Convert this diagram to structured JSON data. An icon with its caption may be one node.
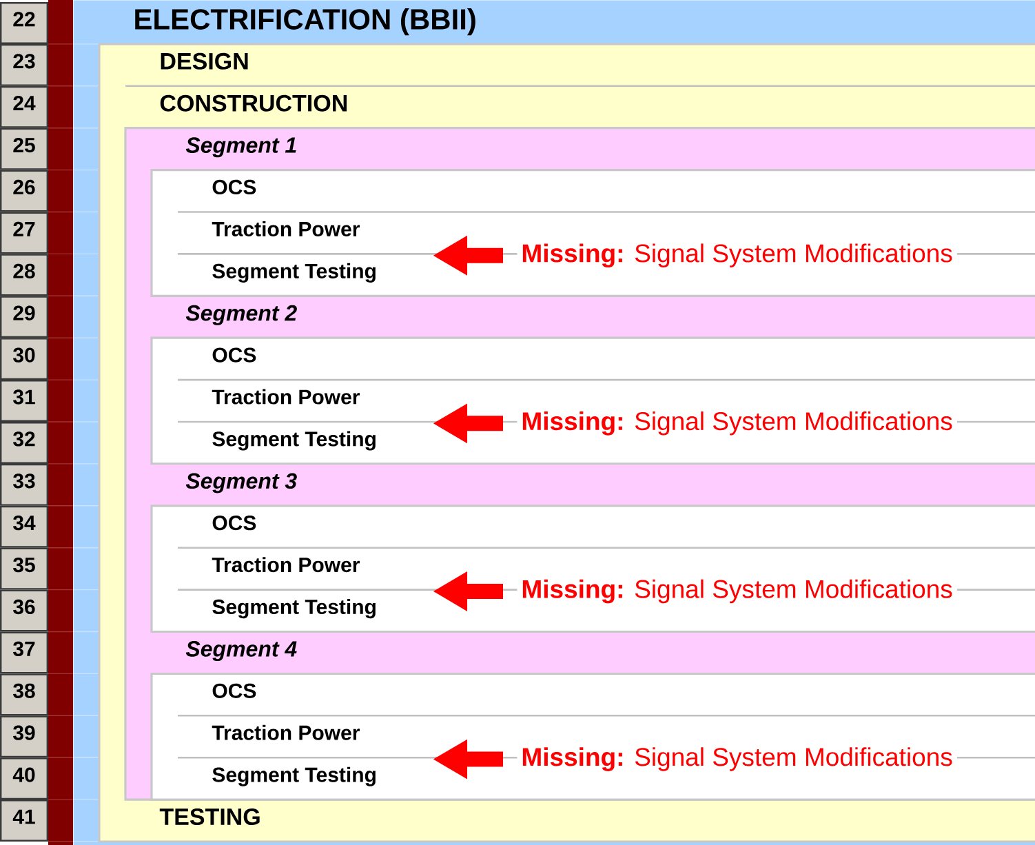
{
  "diagram": {
    "nodes": [
      {
        "text": [
          "ELECTRIFICATION (BBII)"
        ]
      },
      {
        "text": [
          "DESIGN",
          "CONSTRUCTION",
          "TESTING"
        ],
        "in": 0
      },
      {
        "text": [
          "Segment 1",
          "Segment 2",
          "Segment 3",
          "Segment 4"
        ],
        "in": 1
      },
      {
        "text": [
          "OCS",
          "Traction Power",
          "Segment Testing"
        ],
        "in": 2
      },
      {
        "text": [
          "**Missing:** Signal System Modifications"
        ],
        "in": 3
      },
      {
        "text": [
          "OCS",
          "Traction Power",
          "Segment Testing"
        ],
        "in": 2
      },
      {
        "text": [
          "**Missing:** Signal System Modifications"
        ],
        "in": 5
      },
      {
        "text": [
          "OCS",
          "Traction Power",
          "Segment Testing"
        ],
        "in": 2
      },
      {
        "text": [
          "**Missing:** Signal System Modifications"
        ],
        "in": 7
      },
      {
        "text": [
          "OCS",
          "Traction Power",
          "Segment Testing"
        ],
        "in": 2
      },
      {
        "text": [
          "**Missing:** Signal System Modifications"
        ],
        "in": 9
      }
    ],
    "edges": [
      {
        "from": 4,
        "to": null,
        "arrow": "to"
      },
      {
        "from": 6,
        "to": null,
        "arrow": "to"
      },
      {
        "from": 8,
        "to": null,
        "arrow": "to"
      },
      {
        "from": 10,
        "to": null,
        "arrow": "to"
      }
    ],
    "labels": [
      "22",
      "23",
      "24",
      "25",
      "26",
      "27",
      "28",
      "29",
      "30",
      "31",
      "32",
      "33",
      "34",
      "35",
      "36",
      "37",
      "38",
      "39",
      "40",
      "41"
    ]
  }
}
